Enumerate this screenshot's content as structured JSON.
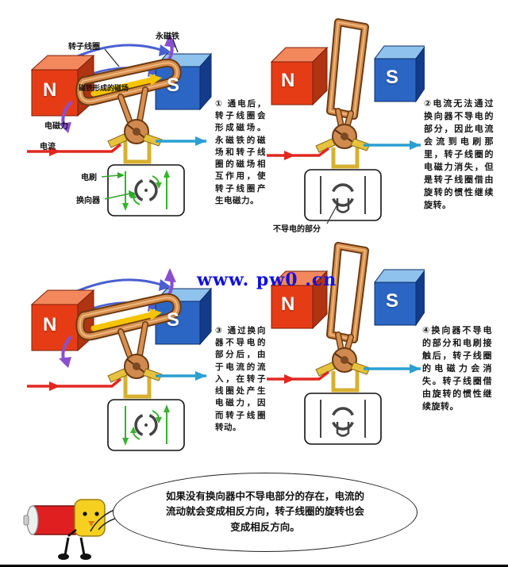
{
  "watermark": "www. pw0 .cn",
  "panels": {
    "p1": {
      "caption": "① 通电后，转子线圈会形成磁场。永磁铁的磁场和转子线圈的磁场相互作用，使转子线圈产生电磁力。",
      "n": "N",
      "s": "S",
      "labels": {
        "rotor_coil": "转子线圈",
        "permanent_magnet": "永磁铁",
        "magnet_field": "磁铁形成的磁场",
        "em_force": "电磁力",
        "current": "电流",
        "brush": "电刷",
        "commutator": "换向器"
      }
    },
    "p2": {
      "caption": "②电流无法通过换向器不导电的部分，因此电流会流到电刷那里，转子线圈的电磁力消失，但是转子线圈借由旋转的惯性继续旋转。",
      "n": "N",
      "s": "S",
      "labels": {
        "nonconductive": "不导电的部分"
      }
    },
    "p3": {
      "caption": "③ 通过换向器不导电的部分后，由于电流的流入，在转子线圈处产生电磁力，因而转子线圈转动。",
      "n": "N",
      "s": "S"
    },
    "p4": {
      "caption": "④换向器不导电的部分和电刷接触后，转子线圈的电磁力会消失。转子线圈借由旋转的惯性继续旋转。",
      "n": "N",
      "s": "S"
    }
  },
  "speech_bubble": {
    "text": "如果没有换向器中不导电部分的存在，电流的流动就会变成相反方向，转子线圈的旋转也会变成相反方向。"
  },
  "colors": {
    "magnet_n_red": "#e63c16",
    "magnet_s_blue": "#2b66c4",
    "coil_copper": "#d79050",
    "wire_red": "#e02820",
    "wire_blue": "#2a9fd0",
    "force_purple": "#8a4fd0",
    "field_blue": "#4a5fd0",
    "current_green": "#35b52a",
    "brush_gold": "#e6c23f",
    "watermark_blue": "#1212dd"
  }
}
